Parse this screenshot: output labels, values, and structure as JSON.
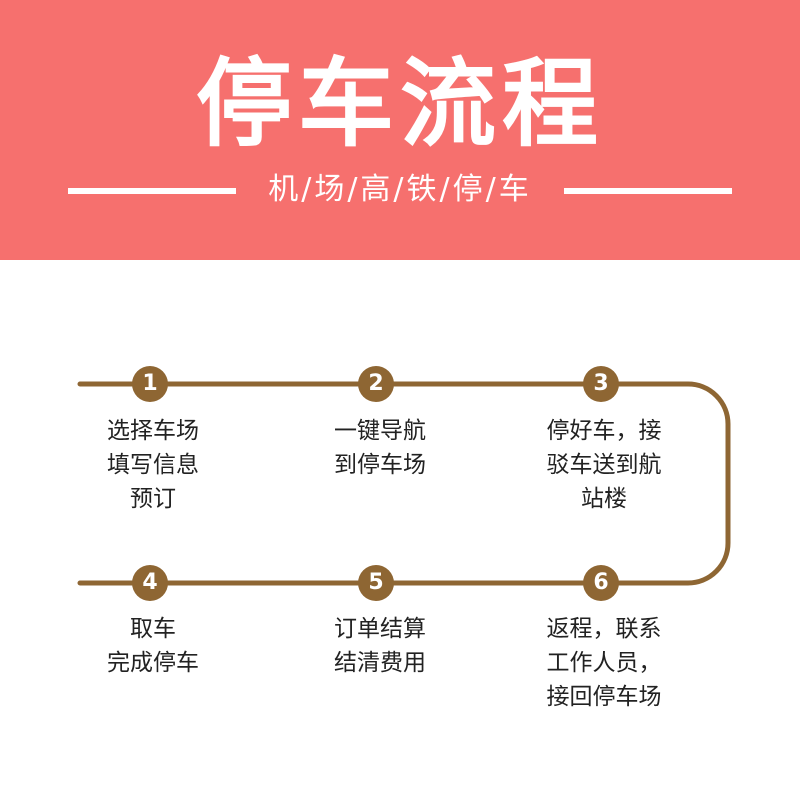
{
  "banner": {
    "title": "停车流程",
    "subtitle": "机/场/高/铁/停/车",
    "color": "#f6706e"
  },
  "flow": {
    "line_color": "#8e6633",
    "steps": [
      {
        "number": "1",
        "text": "选择车场\n填写信息\n预订"
      },
      {
        "number": "2",
        "text": "一键导航\n到停车场"
      },
      {
        "number": "3",
        "text": "停好车，接\n驳车送到航\n站楼"
      },
      {
        "number": "4",
        "text": "取车\n完成停车"
      },
      {
        "number": "5",
        "text": "订单结算\n结清费用"
      },
      {
        "number": "6",
        "text": "返程，联系\n工作人员，\n接回停车场"
      }
    ]
  }
}
